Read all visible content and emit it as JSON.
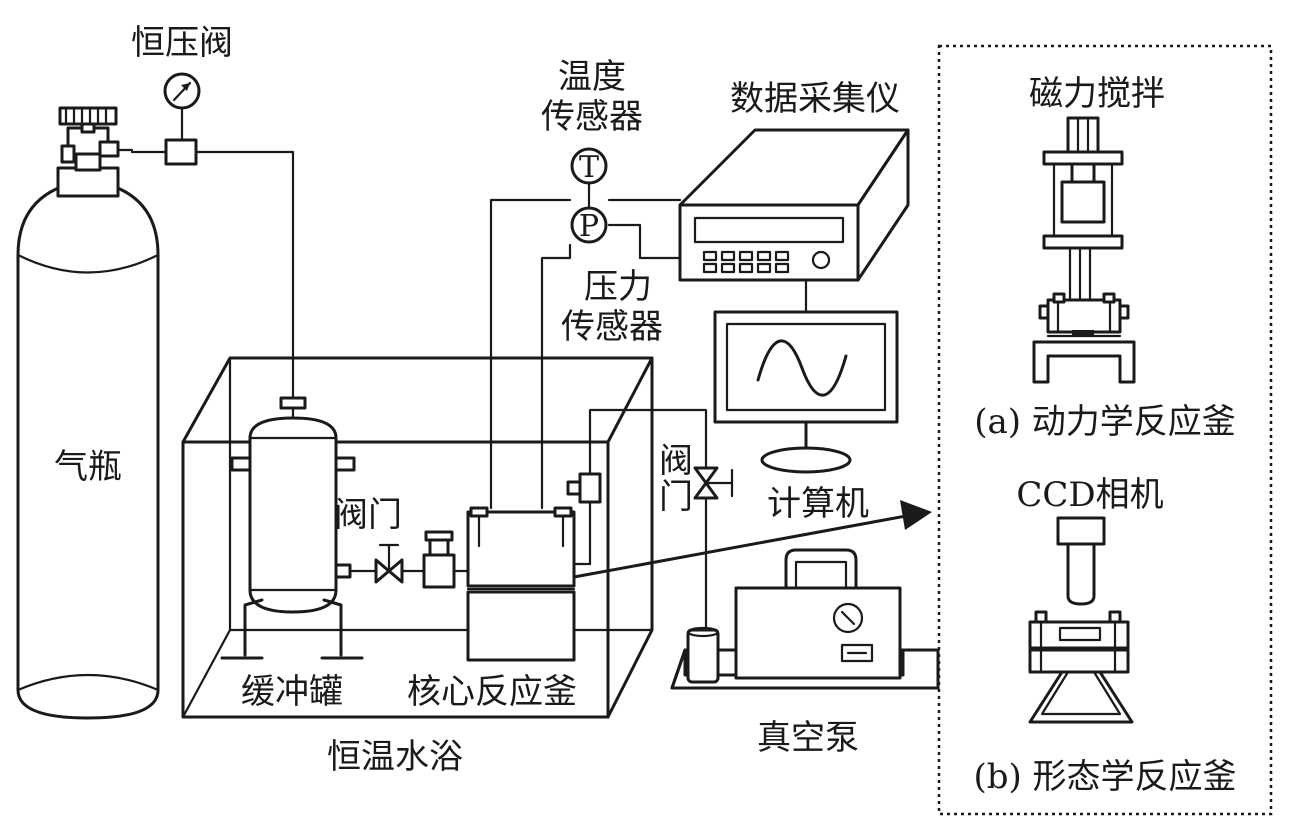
{
  "labels": {
    "constant_pressure_valve": "恒压阀",
    "gas_cylinder": "气瓶",
    "temperature_sensor_line1": "温度",
    "temperature_sensor_line2": "传感器",
    "temperature_symbol": "T",
    "pressure_symbol": "P",
    "data_acquisition": "数据采集仪",
    "pressure_sensor_line1": "压力",
    "pressure_sensor_line2": "传感器",
    "valve_left": "阀门",
    "valve_right_line1": "阀",
    "valve_right_line2": "门",
    "computer": "计算机",
    "buffer_tank": "缓冲罐",
    "core_reactor": "核心反应釜",
    "water_bath": "恒温水浴",
    "vacuum_pump": "真空泵",
    "magnetic_stirring": "磁力搅拌",
    "kinetic_reactor": "(a) 动力学反应釜",
    "ccd_camera": "CCD相机",
    "morphology_reactor": "(b) 形态学反应釜"
  },
  "colors": {
    "line": "#1a1a1a",
    "background": "#ffffff"
  }
}
